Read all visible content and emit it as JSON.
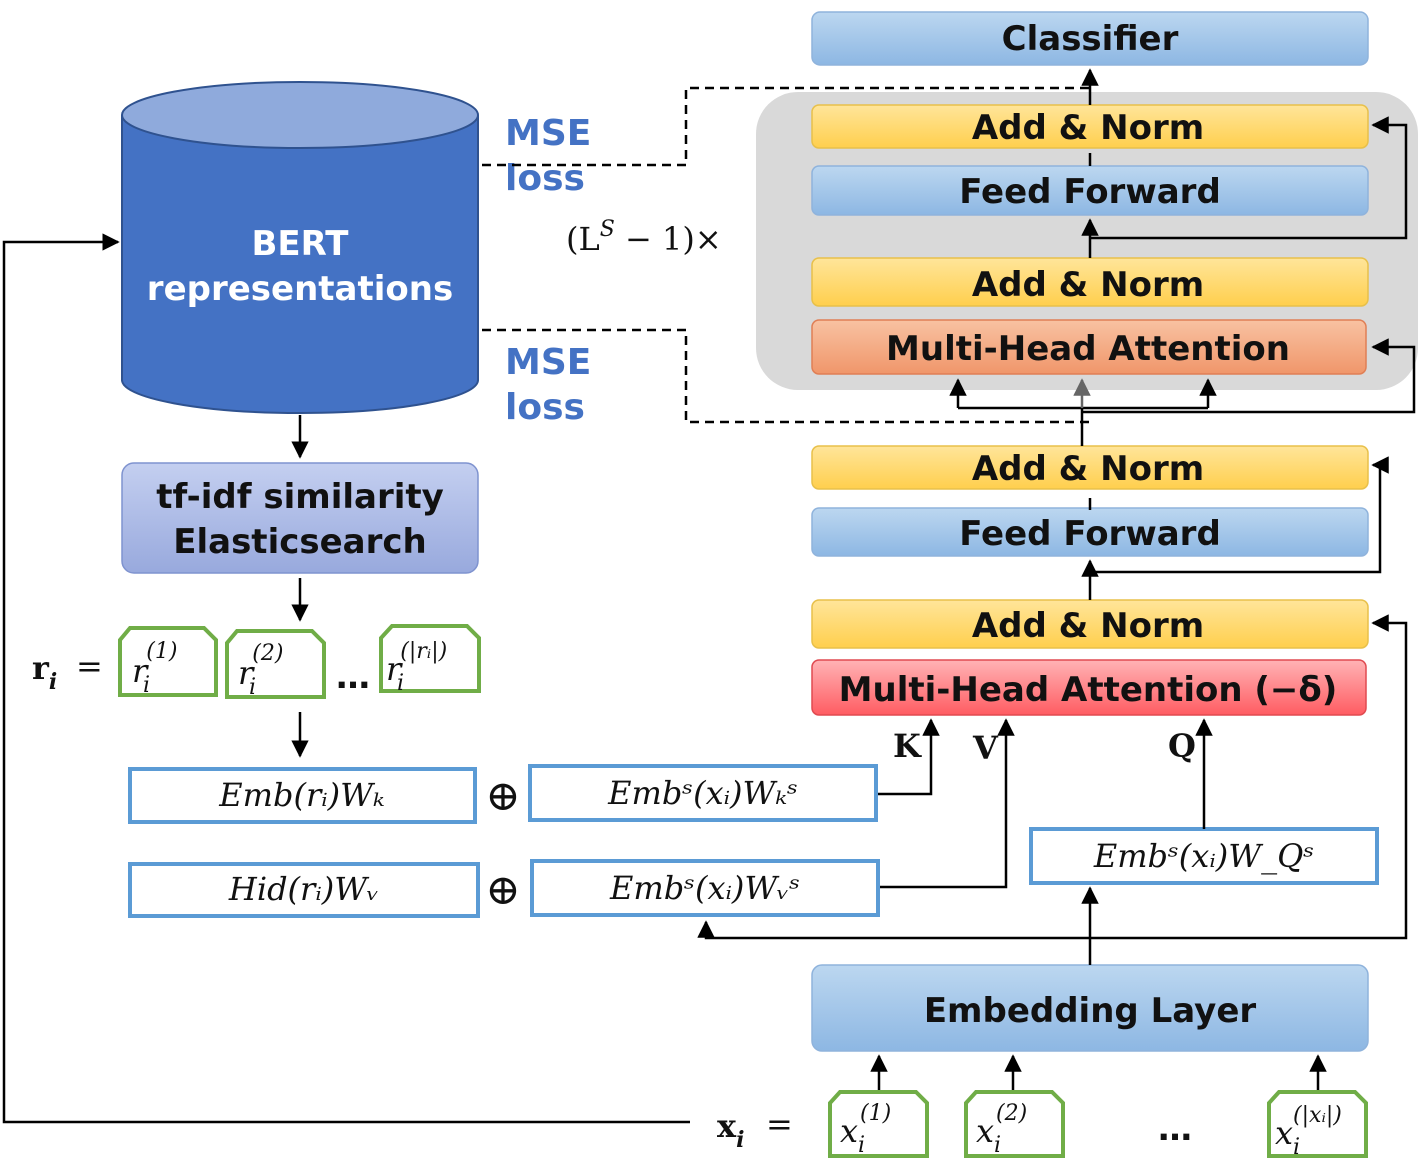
{
  "blocks": {
    "classifier": "Classifier",
    "add_norm": "Add & Norm",
    "feed_forward": "Feed Forward",
    "mha": "Multi-Head Attention",
    "mha_delta": "Multi-Head Attention (−δ)",
    "embedding": "Embedding Layer",
    "tfidf_line1": "tf-idf similarity",
    "tfidf_line2": "Elasticsearch",
    "bert_line1": "BERT",
    "bert_line2": "representations"
  },
  "loss": {
    "line1": "MSE",
    "line2": "loss"
  },
  "repeat": {
    "base": "(L",
    "sup": "S",
    "rest": " − 1)×"
  },
  "kvq": {
    "k": "K",
    "v": "V",
    "q": "Q"
  },
  "oplus": "⊕",
  "ellipsis": "…",
  "retrieval": {
    "lhs": "r",
    "lhs_sub": "i",
    "eq": "=",
    "tokens": [
      {
        "base": "r",
        "sub": "i",
        "sup": "(1)"
      },
      {
        "base": "r",
        "sub": "i",
        "sup": "(2)"
      },
      {
        "base": "r",
        "sub": "i",
        "sup": "(|rᵢ|)"
      }
    ]
  },
  "input": {
    "lhs": "x",
    "lhs_sub": "i",
    "eq": "=",
    "tokens": [
      {
        "base": "x",
        "sub": "i",
        "sup": "(1)"
      },
      {
        "base": "x",
        "sub": "i",
        "sup": "(2)"
      },
      {
        "base": "x",
        "sub": "i",
        "sup": "(|xᵢ|)"
      }
    ]
  },
  "formulas": {
    "emb_r_wk": "Emb(rᵢ)Wₖ",
    "hid_r_wv": "Hid(rᵢ)Wᵥ",
    "emb_s_wk": "Embˢ(xᵢ)Wₖˢ",
    "emb_s_wv": "Embˢ(xᵢ)Wᵥˢ",
    "emb_s_wq": "Embˢ(xᵢ)W_Qˢ"
  },
  "colors": {
    "blue_block": "#9dc3e6",
    "yellow_block": "#ffd966",
    "orange_block": "#f4b183",
    "red_block": "#ff7c80",
    "bert_cylinder": "#4472c4",
    "tfidf_block": "#a9b8e4",
    "green_token": "#70ad47",
    "formula_border": "#5b9bd5",
    "gray_group": "#d9d9d9",
    "mse_text": "#4472c4"
  }
}
